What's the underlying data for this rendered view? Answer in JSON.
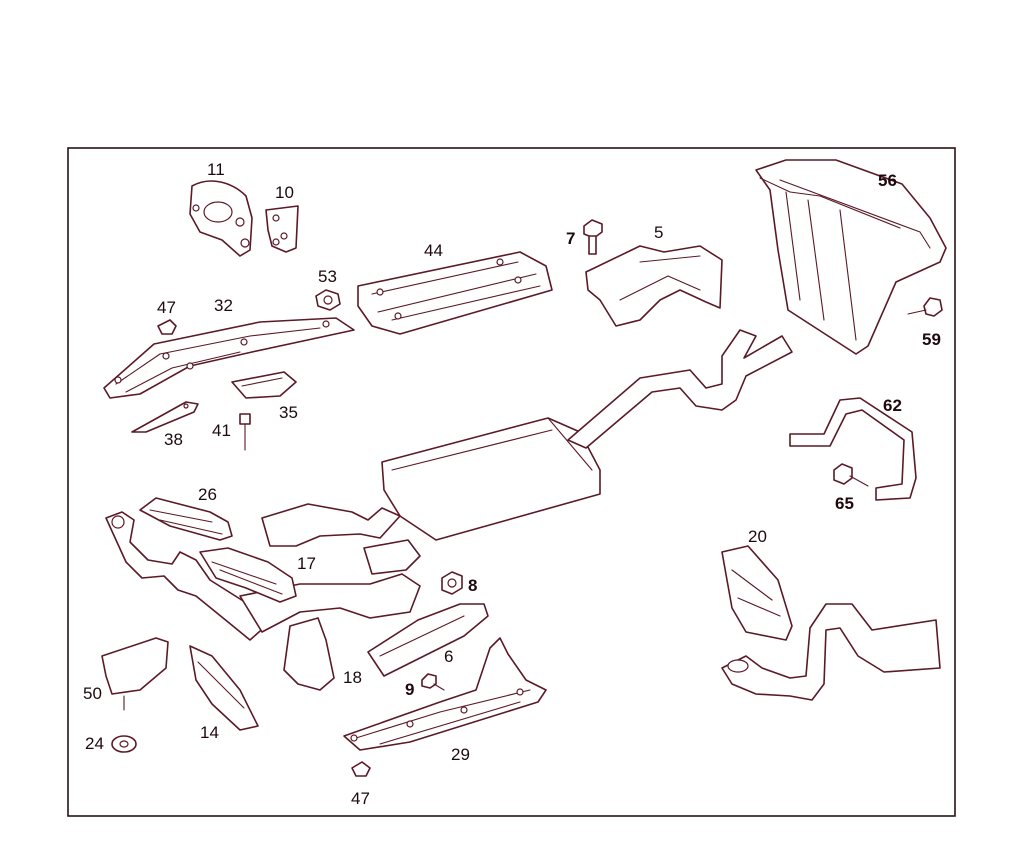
{
  "callouts": [
    {
      "id": "p11",
      "text": "11"
    },
    {
      "id": "p10",
      "text": "10"
    },
    {
      "id": "p53",
      "text": "53"
    },
    {
      "id": "p44",
      "text": "44"
    },
    {
      "id": "p7",
      "text": "7"
    },
    {
      "id": "p5",
      "text": "5"
    },
    {
      "id": "p56",
      "text": "56"
    },
    {
      "id": "p59",
      "text": "59"
    },
    {
      "id": "p47a",
      "text": "47"
    },
    {
      "id": "p32",
      "text": "32"
    },
    {
      "id": "p35",
      "text": "35"
    },
    {
      "id": "p38",
      "text": "38"
    },
    {
      "id": "p41",
      "text": "41"
    },
    {
      "id": "p62",
      "text": "62"
    },
    {
      "id": "p65",
      "text": "65"
    },
    {
      "id": "p26",
      "text": "26"
    },
    {
      "id": "p17",
      "text": "17"
    },
    {
      "id": "p8",
      "text": "8"
    },
    {
      "id": "p20",
      "text": "20"
    },
    {
      "id": "p6",
      "text": "6"
    },
    {
      "id": "p18",
      "text": "18"
    },
    {
      "id": "p9",
      "text": "9"
    },
    {
      "id": "p50",
      "text": "50"
    },
    {
      "id": "p14",
      "text": "14"
    },
    {
      "id": "p24",
      "text": "24"
    },
    {
      "id": "p29",
      "text": "29"
    },
    {
      "id": "p47b",
      "text": "47"
    }
  ],
  "colors": {
    "line": "#5a1a26",
    "frame": "#2a1216",
    "text": "#1e0a0e",
    "background": "#ffffff"
  }
}
